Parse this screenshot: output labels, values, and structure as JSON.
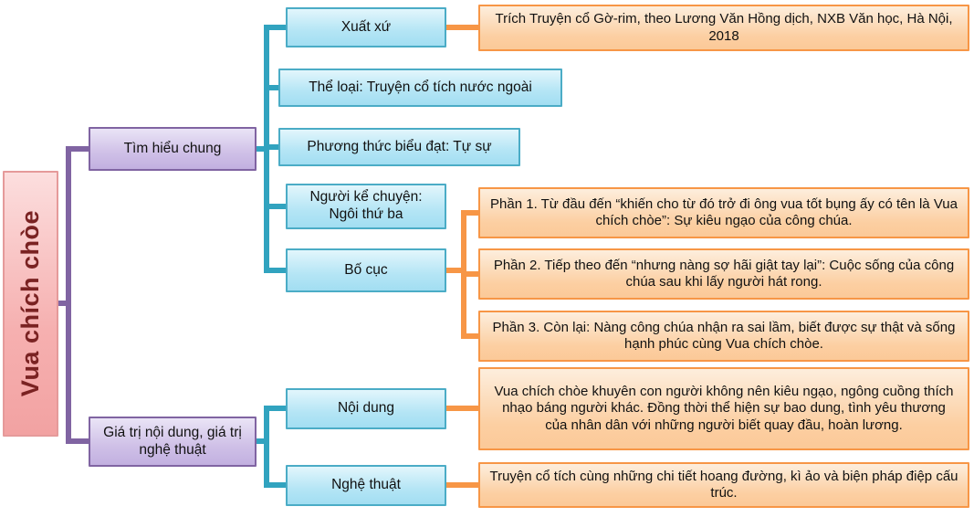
{
  "diagram": {
    "root": "Vua chích chòe",
    "branch_general": {
      "label": "Tìm hiểu chung",
      "origin": {
        "label": "Xuất xứ",
        "content": "Trích Truyện cổ Gờ-rim, theo Lương Văn Hồng dịch, NXB Văn học, Hà Nội, 2018"
      },
      "genre": "Thể loại: Truyện cổ tích nước ngoài",
      "mode": "Phương thức biểu đạt: Tự sự",
      "narrator": "Người kể chuyện: Ngôi thứ ba",
      "structure": {
        "label": "Bố cục",
        "part1": "Phần 1. Từ đầu đến “khiến cho từ đó trở đi ông vua tốt bụng ấy có tên là Vua chích chòe”: Sự kiêu ngạo của công chúa.",
        "part2": "Phần 2. Tiếp theo đến “nhưng nàng sợ hãi giật tay lại”: Cuộc sống của công chúa sau khi lấy người hát rong.",
        "part3": "Phần 3. Còn lại: Nàng công chúa nhận ra sai lầm, biết được sự thật và sống hạnh phúc cùng Vua chích chòe."
      }
    },
    "branch_value": {
      "label": "Giá trị nội dung, giá trị nghệ thuật",
      "content": {
        "label": "Nội dung",
        "detail": "Vua chích chòe khuyên con người không nên kiêu ngạo, ngông cuồng thích nhạo báng người khác. Đồng thời thể hiện sự bao dung, tình yêu thương của nhân dân với những người biết quay đầu, hoàn lương."
      },
      "art": {
        "label": "Nghệ thuật",
        "detail": "Truyện cổ tích cùng những chi tiết hoang đường, kì ảo và biện pháp điệp cấu trúc."
      }
    },
    "colors": {
      "root_fill": "#f6b0b0",
      "root_border": "#e59a9a",
      "root_text": "#7a2222",
      "branch_fill": "#cfc0e7",
      "branch_border": "#8064a2",
      "topic_fill": "#b4e5f5",
      "topic_border": "#4bacc6",
      "detail_fill": "#fccfa2",
      "detail_border": "#f79646",
      "connector_purple": "#8064a2",
      "connector_teal": "#31a3bf",
      "connector_orange": "#f79646"
    }
  }
}
